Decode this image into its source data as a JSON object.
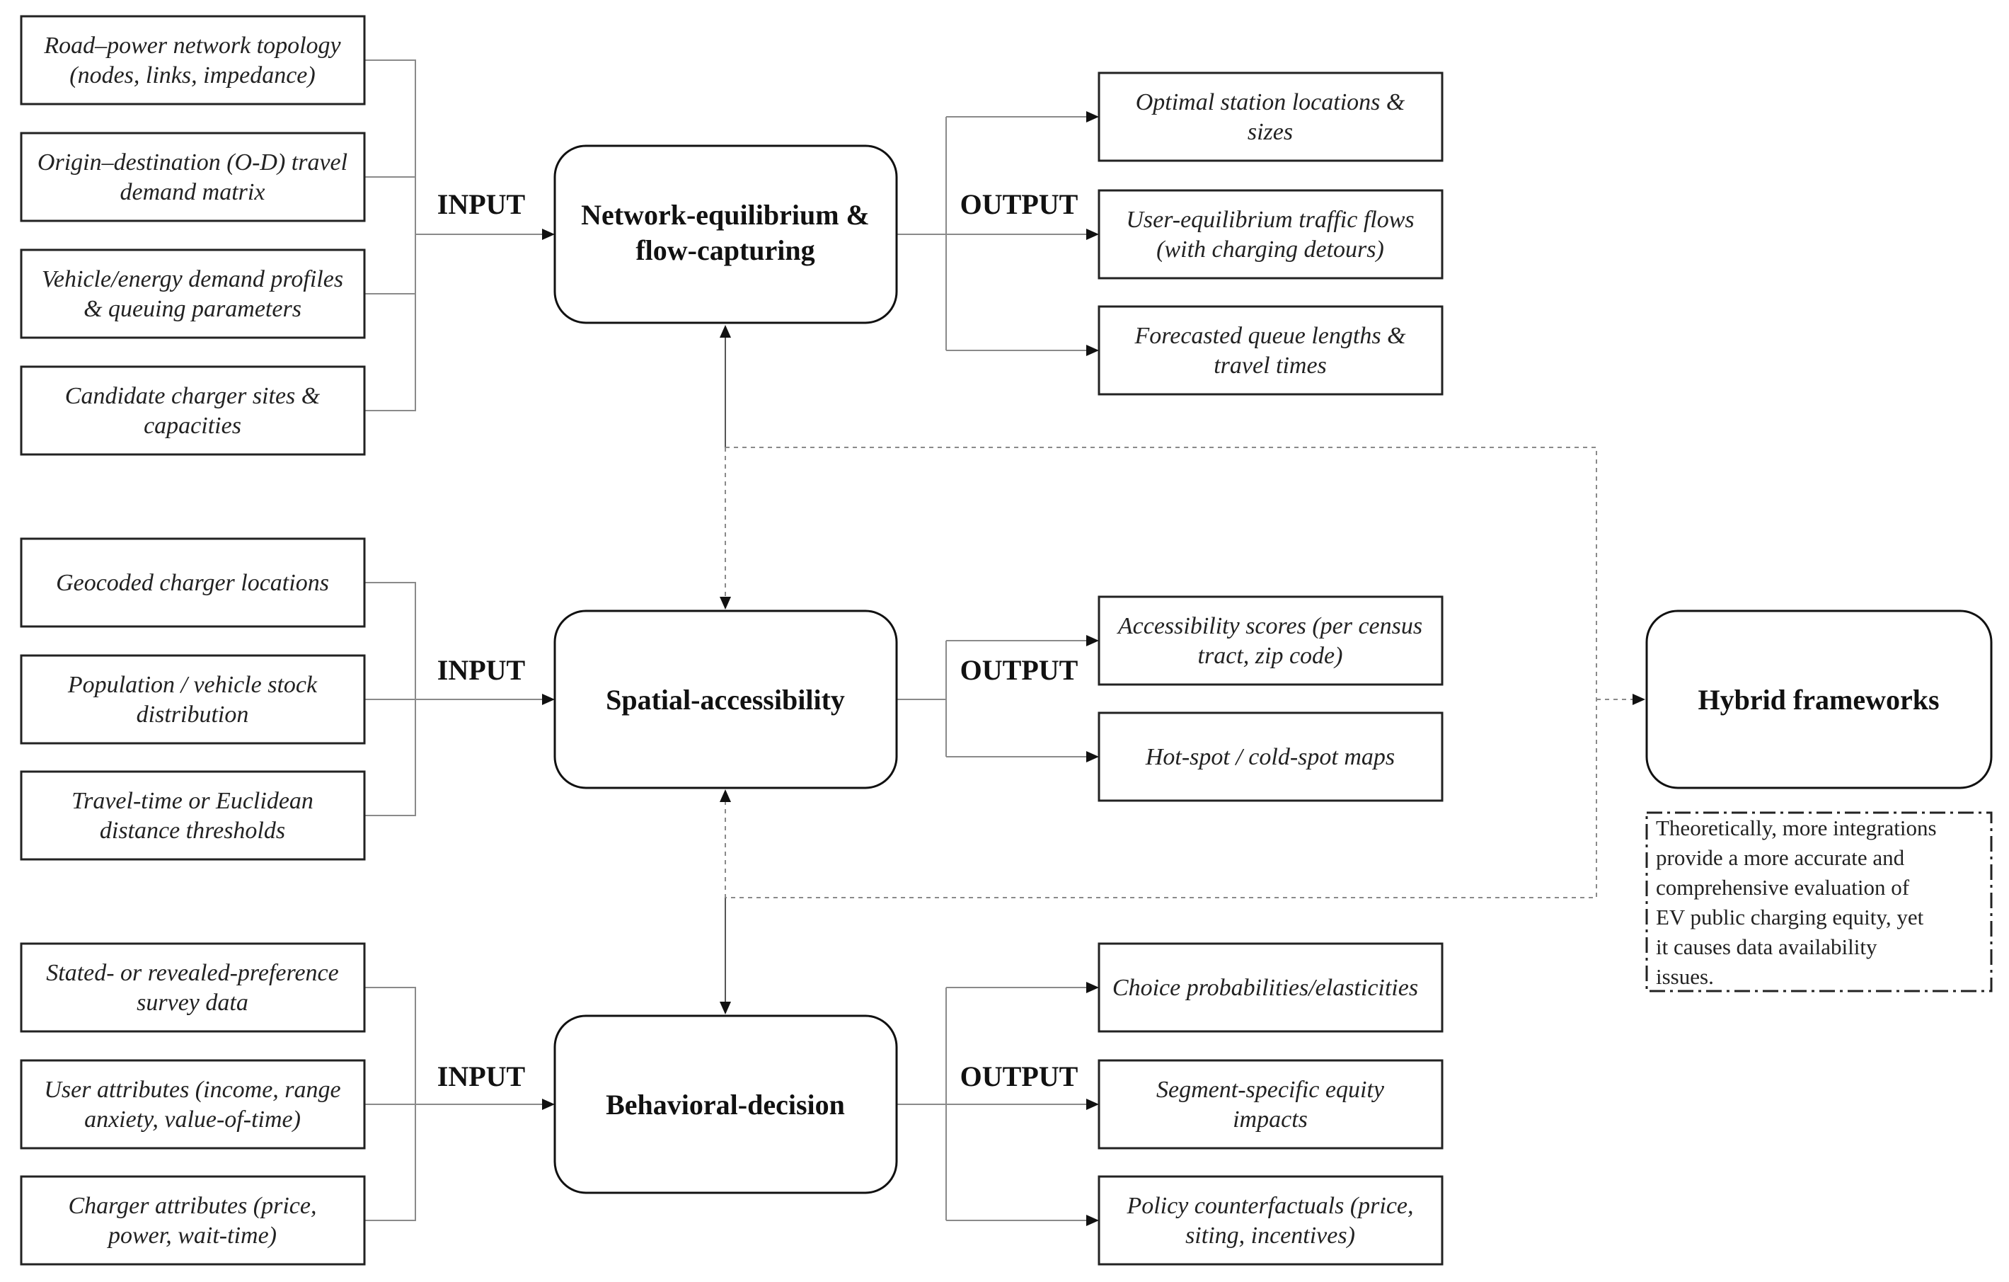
{
  "labels": {
    "input": "INPUT",
    "output": "OUTPUT"
  },
  "core": {
    "network": [
      "Network-equilibrium &",
      "flow-capturing"
    ],
    "spatial": [
      "Spatial-accessibility"
    ],
    "behavioral": [
      "Behavioral-decision"
    ],
    "hybrid": [
      "Hybrid frameworks"
    ]
  },
  "inputs": {
    "network": [
      [
        "Road–power network topology",
        "(nodes, links, impedance)"
      ],
      [
        "Origin–destination (O-D) travel",
        "demand matrix"
      ],
      [
        "Vehicle/energy demand profiles",
        "& queuing parameters"
      ],
      [
        "Candidate charger sites &",
        "capacities"
      ]
    ],
    "spatial": [
      [
        "Geocoded charger locations"
      ],
      [
        "Population / vehicle stock",
        "distribution"
      ],
      [
        "Travel-time or Euclidean",
        "distance thresholds"
      ]
    ],
    "behavioral": [
      [
        "Stated- or revealed-preference",
        "survey data"
      ],
      [
        "User attributes (income, range",
        "anxiety, value-of-time)"
      ],
      [
        "Charger attributes (price,",
        "power, wait-time)"
      ]
    ]
  },
  "outputs": {
    "network": [
      [
        "Optimal station locations &",
        "sizes"
      ],
      [
        "User-equilibrium traffic flows",
        "(with charging detours)"
      ],
      [
        "Forecasted queue lengths &",
        "travel times"
      ]
    ],
    "spatial": [
      [
        "Accessibility scores (per census",
        "tract, zip code)"
      ],
      [
        "Hot-spot / cold-spot maps"
      ]
    ],
    "behavioral": [
      [
        "Choice probabilities/elasticities"
      ],
      [
        "Segment-specific equity",
        "impacts"
      ],
      [
        "Policy counterfactuals (price,",
        "siting, incentives)"
      ]
    ]
  },
  "note": [
    "Theoretically, more integrations",
    "provide a more accurate and",
    "comprehensive evaluation of",
    "EV public charging equity, yet",
    "it causes data availability",
    "issues."
  ]
}
